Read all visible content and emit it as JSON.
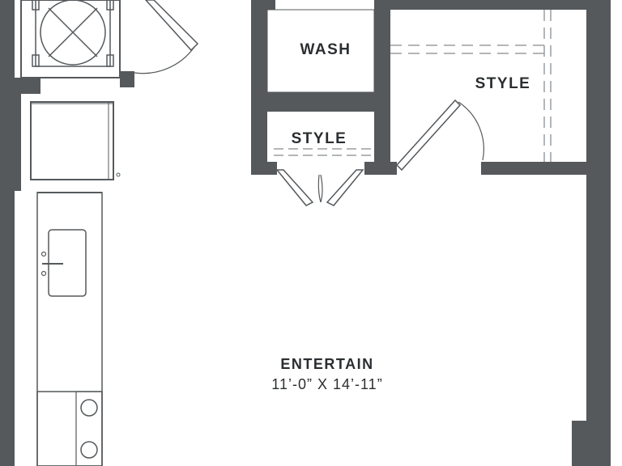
{
  "colors": {
    "wall": "#55595c",
    "line": "#55595c",
    "dash": "#9a9ea1",
    "background": "#ffffff"
  },
  "rooms": {
    "wash": {
      "label": "WASH"
    },
    "style_closet": {
      "label": "STYLE"
    },
    "style_walkin": {
      "label": "STYLE"
    },
    "entertain": {
      "label": "ENTERTAIN",
      "dimensions": "11’-0” X 14’-11”"
    }
  },
  "fixtures": {
    "hvac_icon": "fan-unit-icon",
    "fridge_icon": "refrigerator-icon",
    "sink_icon": "sink-icon",
    "range_icon": "range-icon"
  }
}
